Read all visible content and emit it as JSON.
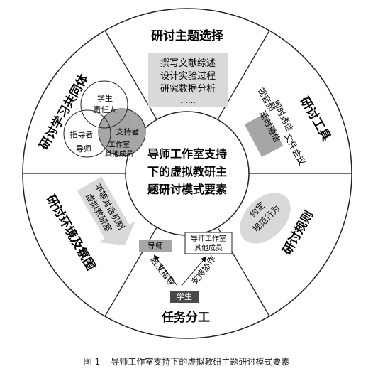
{
  "center": {
    "lines": [
      "导师工作室支持",
      "下的虚拟教研主",
      "题研讨模式要素"
    ]
  },
  "sectors": {
    "topic": {
      "title": "研讨主题选择",
      "box_lines": [
        "撰写文献综述",
        "设计实验过程",
        "研究数据分析",
        "……"
      ]
    },
    "tools": {
      "title": "研讨工具",
      "tags": [
        "视音频",
        "即时通信",
        "延时通信",
        "文件会议"
      ]
    },
    "rules": {
      "title": "研讨规则",
      "oval_text": [
        "约定",
        "规范行为"
      ]
    },
    "division": {
      "title": "任务分工",
      "mentor_label": "导师",
      "members_label": [
        "导师工作室",
        "其他成员"
      ],
      "student_label": "学生",
      "left_arrow_label": "启发指导",
      "right_arrow_label": "支持协作"
    },
    "environment": {
      "title": "研讨环境及氛围",
      "arrow_lines": [
        "平等对话机制",
        "虚拟教研室"
      ]
    },
    "community": {
      "title": "研讨学习共同体",
      "venn": {
        "top": [
          "学生",
          "责任人"
        ],
        "left": [
          "指导者",
          "导师"
        ],
        "right_top": "支持者",
        "right_bottom": [
          "工作室",
          "其他成员"
        ]
      }
    }
  },
  "caption": "图 1    导师工作室支持下的虚拟教研主题研讨模式要素"
}
